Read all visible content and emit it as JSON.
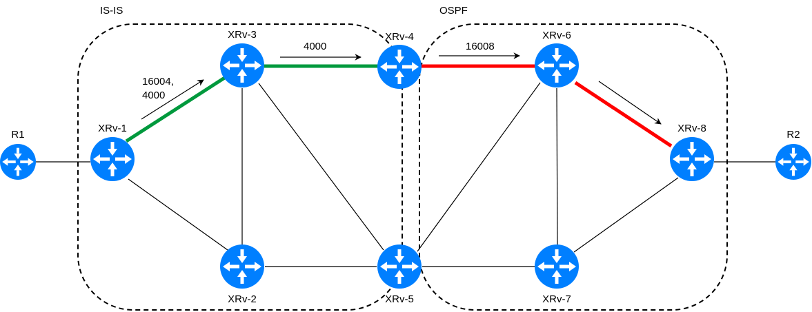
{
  "domains": {
    "isis": "IS-IS",
    "ospf": "OSPF"
  },
  "routers": {
    "r1": "R1",
    "xrv1": "XRv-1",
    "xrv2": "XRv-2",
    "xrv3": "XRv-3",
    "xrv4": "XRv-4",
    "xrv5": "XRv-5",
    "xrv6": "XRv-6",
    "xrv7": "XRv-7",
    "xrv8": "XRv-8",
    "r2": "R2"
  },
  "labels": {
    "xrv1_xrv3_line1": "16004,",
    "xrv1_xrv3_line2": "4000",
    "xrv3_xrv4": "4000",
    "xrv4_xrv6": "16008"
  },
  "colors": {
    "router": "#007fff",
    "path_isis": "#00993d",
    "path_ospf": "#ff0000",
    "link": "#000000"
  }
}
